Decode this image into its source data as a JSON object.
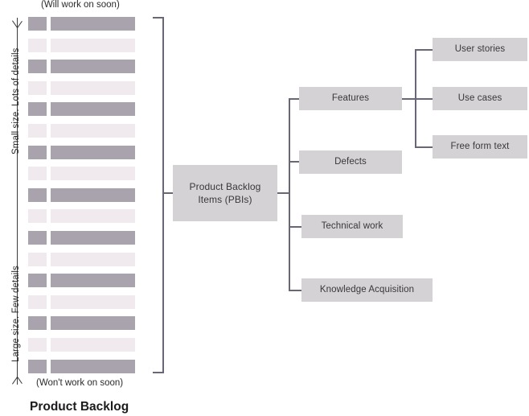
{
  "diagram": {
    "title": "Product Backlog",
    "top_caption": "(Will work on soon)",
    "bottom_caption": "(Won't work on soon)",
    "axis": {
      "top_label": "Small size. Lots of details",
      "bottom_label": "Large size. Few details"
    },
    "colors": {
      "row_dark": "#a8a3ac",
      "row_light": "#f0eaee",
      "node_fill": "#d5d2d5",
      "connector": "#6b6676",
      "text": "#3a373c",
      "axis": "#3d3a3d"
    },
    "backlog_rows": [
      {
        "shade": "dark"
      },
      {
        "shade": "light"
      },
      {
        "shade": "dark"
      },
      {
        "shade": "light"
      },
      {
        "shade": "dark"
      },
      {
        "shade": "light"
      },
      {
        "shade": "dark"
      },
      {
        "shade": "light"
      },
      {
        "shade": "dark"
      },
      {
        "shade": "light"
      },
      {
        "shade": "dark"
      },
      {
        "shade": "light"
      },
      {
        "shade": "dark"
      },
      {
        "shade": "light"
      },
      {
        "shade": "dark"
      },
      {
        "shade": "light"
      },
      {
        "shade": "dark"
      }
    ],
    "center_node": {
      "line1": "Product Backlog",
      "line2": "Items (PBIs)"
    },
    "categories": [
      {
        "label": "Features"
      },
      {
        "label": "Defects"
      },
      {
        "label": "Technical work"
      },
      {
        "label": "Knowledge Acquisition"
      }
    ],
    "feature_types": [
      {
        "label": "User stories"
      },
      {
        "label": "Use cases"
      },
      {
        "label": "Free form text"
      }
    ]
  }
}
